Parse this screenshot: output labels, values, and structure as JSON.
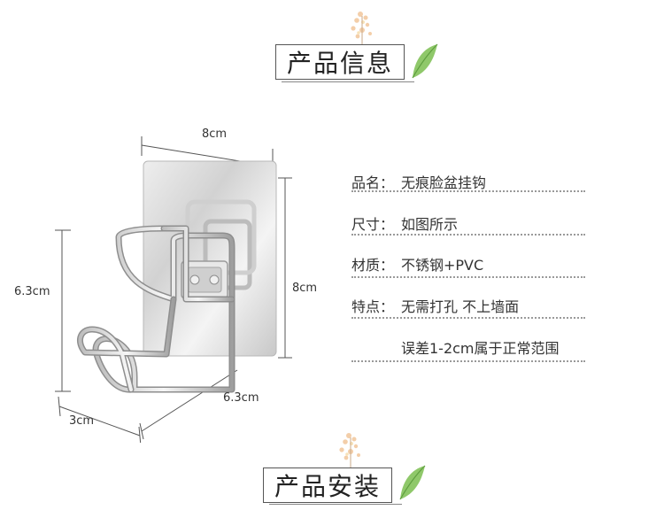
{
  "section1": {
    "title": "产品信息"
  },
  "section2": {
    "title": "产品安装"
  },
  "dimensions": {
    "top_width": "8cm",
    "right_height": "8cm",
    "left_height": "6.3cm",
    "bottom_depth": "3cm",
    "bottom_width": "6.3cm"
  },
  "specs": [
    {
      "label": "品名：",
      "value": "无痕脸盆挂钩"
    },
    {
      "label": "尺寸：",
      "value": "如图所示"
    },
    {
      "label": "材质：",
      "value": "不锈钢+PVC"
    },
    {
      "label": "特点：",
      "value": "无需打孔 不上墙面"
    }
  ],
  "note": "误差1-2cm属于正常范围",
  "colors": {
    "leaf": "#8fc86a",
    "flower": "#f2c9a0",
    "text": "#333333",
    "dots": "#9a9a9a"
  }
}
